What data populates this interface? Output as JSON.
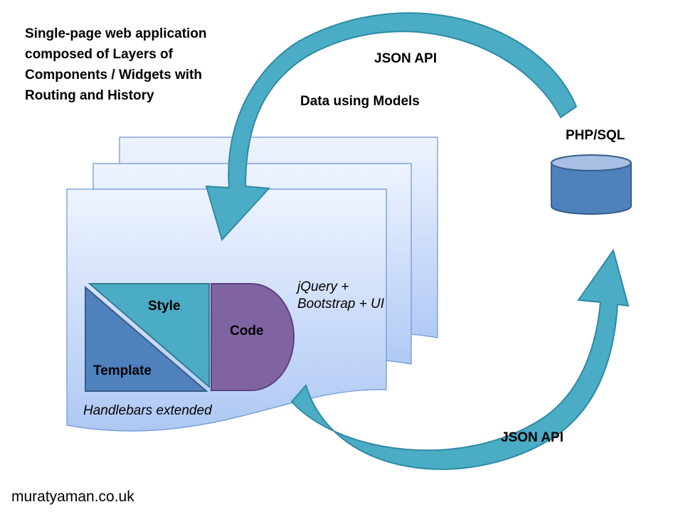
{
  "title": {
    "description": "Single-page web application composed of Layers of Components / Widgets with Routing and History"
  },
  "labels": {
    "json_api_top": "JSON API",
    "data_using_models": "Data using Models",
    "php_sql": "PHP/SQL",
    "json_api_bottom": "JSON API",
    "style": "Style",
    "template": "Template",
    "code": "Code",
    "libraries": "jQuery + Bootstrap + UI",
    "handlebars": "Handlebars extended"
  },
  "footer": {
    "credit": "muratyaman.co.uk"
  },
  "colors": {
    "arrow": "#4bacc6",
    "arrow_stroke": "#2e8aa3",
    "page_fill_top": "#eef4ff",
    "page_fill_bottom": "#aec8f4",
    "page_stroke": "#6d93d0",
    "database": "#4f81bd",
    "database_top": "#a6bfe3",
    "template": "#4f81bd",
    "style": "#4bacc6",
    "code": "#8064a2",
    "code_stroke": "#5c3f80"
  }
}
